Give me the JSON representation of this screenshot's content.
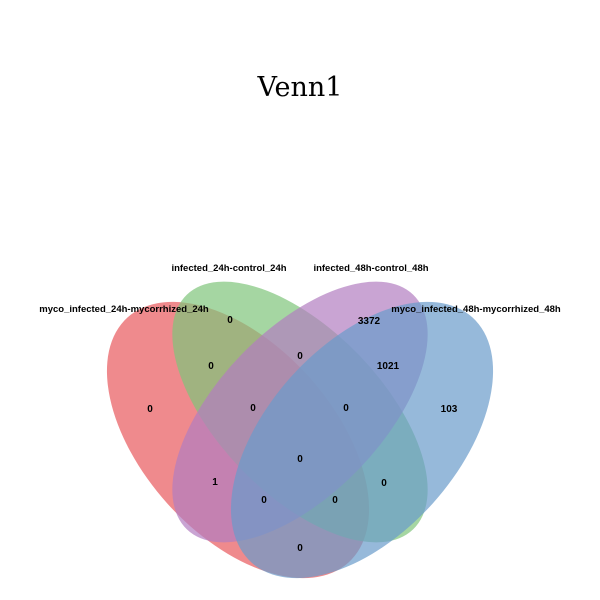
{
  "title": "Venn1",
  "sets": [
    {
      "id": "A",
      "name": "myco_infected_24h-mycorrhized_24h",
      "color": "#e8595c"
    },
    {
      "id": "B",
      "name": "infected_24h-control_24h",
      "color": "#7fc47a"
    },
    {
      "id": "C",
      "name": "infected_48h-control_48h",
      "color": "#b27ec0"
    },
    {
      "id": "D",
      "name": "myco_infected_48h-mycorrhized_48h",
      "color": "#6a9bcb"
    }
  ],
  "regions": [
    {
      "sets": "A",
      "count": "0"
    },
    {
      "sets": "B",
      "count": "0"
    },
    {
      "sets": "C",
      "count": "3372"
    },
    {
      "sets": "D",
      "count": "103"
    },
    {
      "sets": "AB",
      "count": "0"
    },
    {
      "sets": "BC",
      "count": "0"
    },
    {
      "sets": "CD",
      "count": "1021"
    },
    {
      "sets": "ABC",
      "count": "0"
    },
    {
      "sets": "BCD",
      "count": "0"
    },
    {
      "sets": "ABCD",
      "count": "0"
    },
    {
      "sets": "AC",
      "count": "1"
    },
    {
      "sets": "BD",
      "count": "0"
    },
    {
      "sets": "ACD",
      "count": "0"
    },
    {
      "sets": "ABD",
      "count": "0"
    },
    {
      "sets": "AD",
      "count": "0"
    }
  ]
}
